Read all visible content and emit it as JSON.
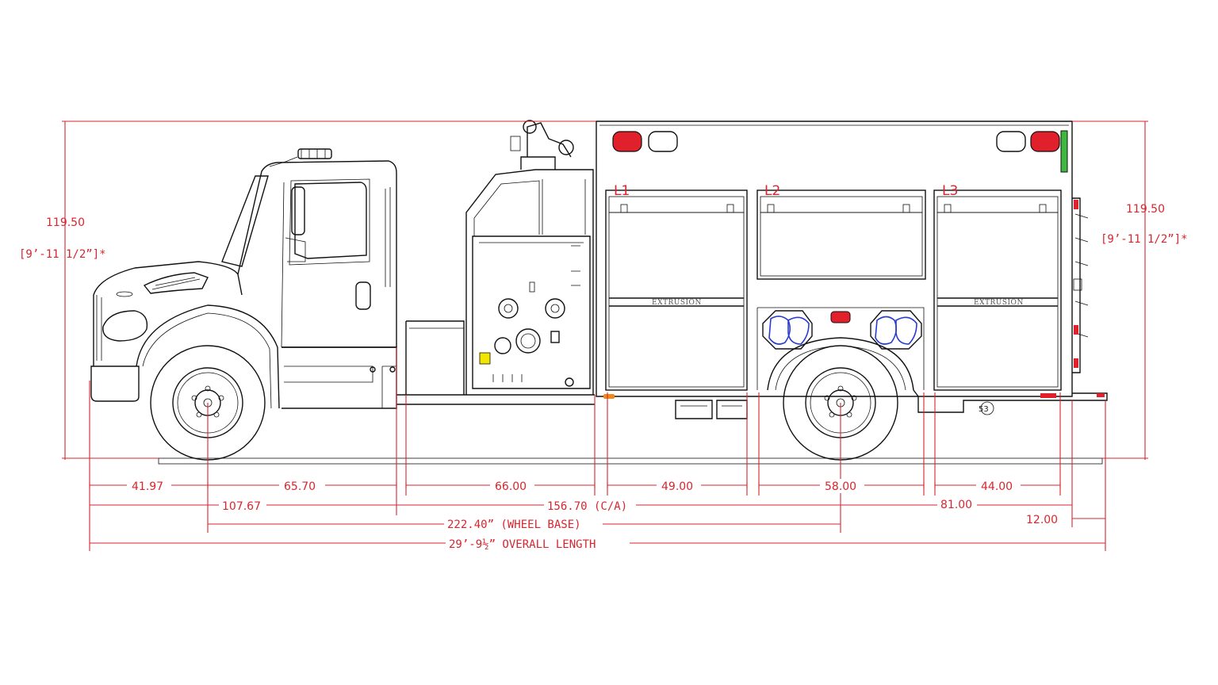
{
  "dimensions": {
    "height_left": "119.50",
    "height_left_ft": "[9’-11 1/2”]*",
    "height_right": "119.50",
    "height_right_ft": "[9’-11 1/2”]*",
    "front_overhang": "41.97",
    "front_axle_to_cab": "65.70",
    "cab_to_pump": "66.00",
    "l1_width": "49.00",
    "l2_width": "58.00",
    "l3_width": "44.00",
    "bumper_to_cab": "107.67",
    "cab_to_axle": "156.70 (C/A)",
    "rear_axle_to_body": "81.00",
    "rear_step": "12.00",
    "wheel_base": "222.40” (WHEEL BASE)",
    "overall_length": "29’-9½” OVERALL LENGTH"
  },
  "compartments": {
    "l1": "L1",
    "l2": "L2",
    "l3": "L3",
    "extrusion_left": "EXTRUSION",
    "extrusion_right": "EXTRUSION"
  },
  "rear_tag": "53",
  "colors": {
    "dimension": "#d7262e",
    "linework": "#111111",
    "light_red": "#e0202a",
    "reflector_blue": "#2a3ccf",
    "marker_green": "#3fb83f",
    "marker_yellow": "#f2e600",
    "marker_amber": "#f08a1c"
  }
}
